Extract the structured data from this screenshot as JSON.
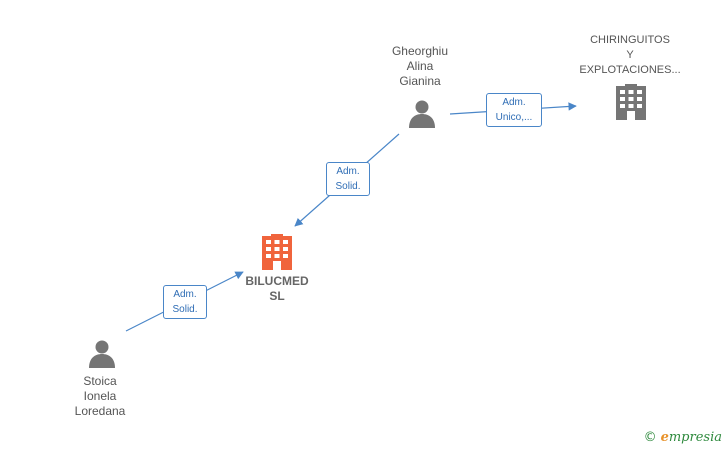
{
  "nodes": {
    "person_top": {
      "lines": [
        "Gheorghiu",
        "Alina",
        "Gianina"
      ]
    },
    "person_bottom": {
      "lines": [
        "Stoica",
        "Ionela",
        "Loredana"
      ]
    },
    "company_main": {
      "lines": [
        "BILUCMED",
        "SL"
      ]
    },
    "company_top": {
      "lines": [
        "CHIRINGUITOS",
        "Y",
        "EXPLOTACIONES..."
      ]
    }
  },
  "edges": {
    "top_to_main": {
      "lines": [
        "Adm.",
        "Solid."
      ]
    },
    "top_to_company": {
      "lines": [
        "Adm.",
        "Unico,..."
      ]
    },
    "bottom_to_main": {
      "lines": [
        "Adm.",
        "Solid."
      ]
    }
  },
  "colors": {
    "edge": "#4a86c8",
    "person_icon": "#757575",
    "company_icon": "#757575",
    "main_company_icon": "#f0643c"
  },
  "watermark": {
    "symbol": "©",
    "initial": "e",
    "rest": "mpresia"
  }
}
